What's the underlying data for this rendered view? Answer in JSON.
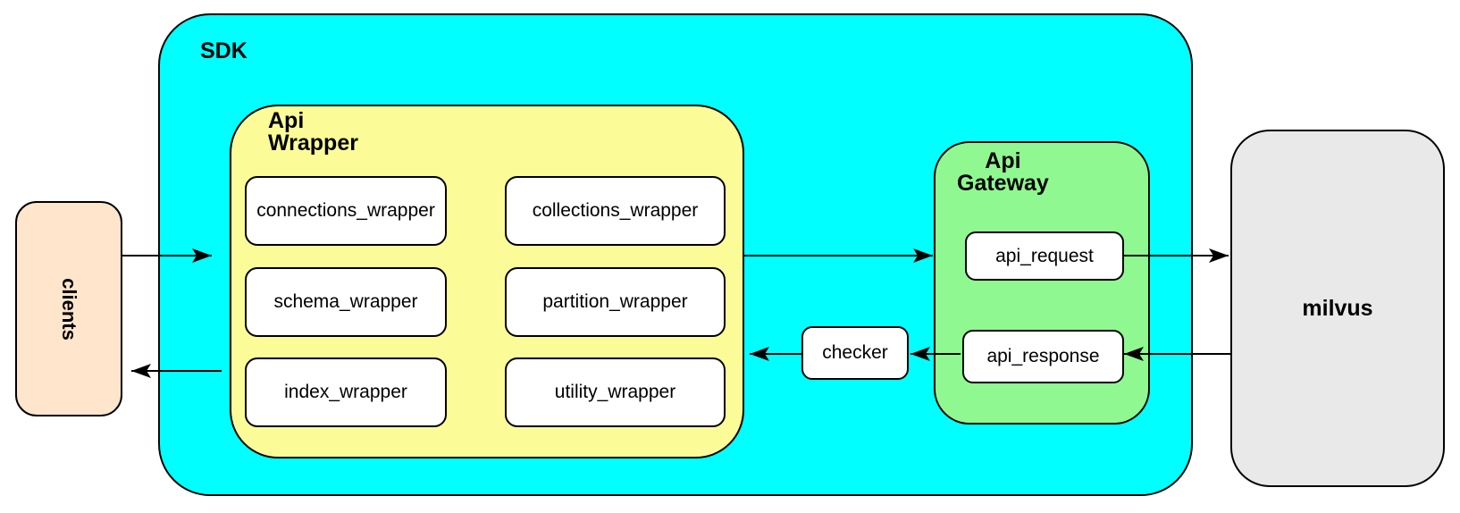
{
  "diagram": {
    "clients": {
      "label": "clients"
    },
    "sdk": {
      "label": "SDK"
    },
    "api_wrapper": {
      "label_lines": [
        "Api",
        "Wrapper"
      ],
      "modules": [
        "connections_wrapper",
        "collections_wrapper",
        "schema_wrapper",
        "partition_wrapper",
        "index_wrapper",
        "utility_wrapper"
      ]
    },
    "checker": {
      "label": "checker"
    },
    "api_gateway": {
      "label_lines": [
        "Api",
        "Gateway"
      ],
      "request_label": "api_request",
      "response_label": "api_response"
    },
    "milvus": {
      "label": "milvus"
    },
    "colors": {
      "page-bg": "#FFFFFF",
      "clients-fill": "#FFE5CC",
      "sdk-fill": "#00FFFF",
      "wrapper-fill": "#FBFB98",
      "gateway-fill": "#90F890",
      "milvus-fill": "#E9E9E9",
      "node-fill": "#FFFFFF",
      "line": "#000000"
    }
  }
}
